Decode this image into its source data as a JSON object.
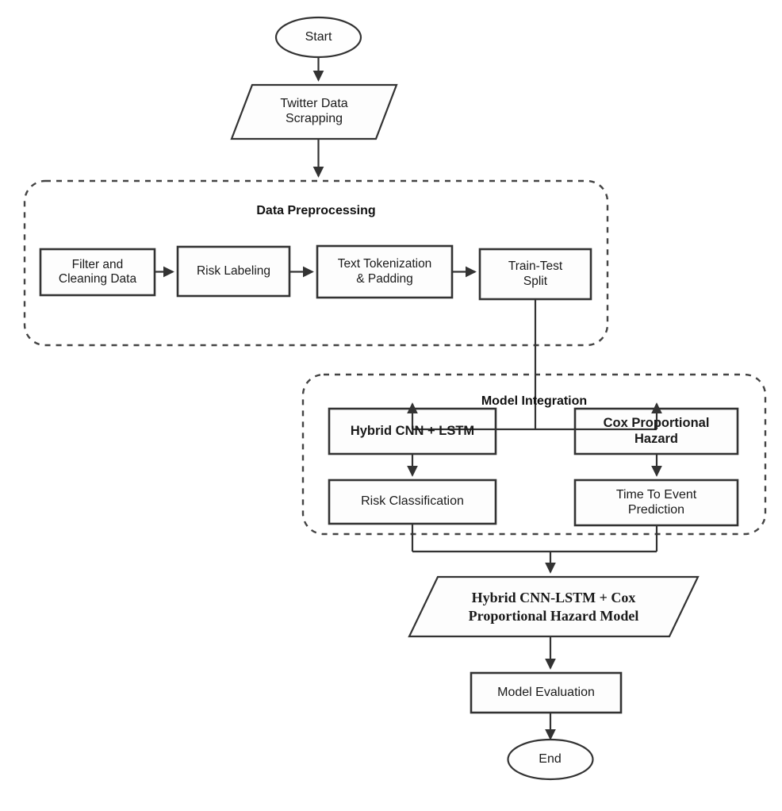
{
  "diagram": {
    "title": "Hybrid CNN-LSTM + Cox Proportional Hazard Model Flowchart",
    "background_color": "#ffffff",
    "stroke_color": "#333333",
    "text_color": "#1a1a1a",
    "groups": [
      {
        "id": "data-preprocessing",
        "label": "Data Preprocessing",
        "style": "dashed-rounded"
      },
      {
        "id": "model-integration",
        "label": "Model Integration",
        "style": "dashed-rounded"
      }
    ],
    "nodes": [
      {
        "id": "start",
        "label": "Start",
        "shape": "ellipse",
        "font": "sans",
        "bold": false
      },
      {
        "id": "twitter-scraping",
        "label": "Twitter Data\nScrapping",
        "shape": "parallelogram",
        "font": "sans",
        "bold": false
      },
      {
        "id": "filter-clean",
        "label": "Filter and\nCleaning Data",
        "shape": "rect",
        "font": "sans",
        "bold": false
      },
      {
        "id": "risk-labeling",
        "label": "Risk Labeling",
        "shape": "rect",
        "font": "sans",
        "bold": false
      },
      {
        "id": "tokenization",
        "label": "Text Tokenization\n& Padding",
        "shape": "rect",
        "font": "sans",
        "bold": false
      },
      {
        "id": "train-test-split",
        "label": "Train-Test\nSplit",
        "shape": "rect",
        "font": "sans",
        "bold": false
      },
      {
        "id": "hybrid-cnn-lstm",
        "label": "Hybrid CNN + LSTM",
        "shape": "rect",
        "font": "sans",
        "bold": true
      },
      {
        "id": "cox-hazard",
        "label": "Cox Proportional\nHazard",
        "shape": "rect",
        "font": "sans",
        "bold": true
      },
      {
        "id": "risk-classification",
        "label": "Risk Classification",
        "shape": "rect",
        "font": "sans",
        "bold": false
      },
      {
        "id": "time-to-event",
        "label": "Time To Event\nPrediction",
        "shape": "rect",
        "font": "sans",
        "bold": false
      },
      {
        "id": "combined-model",
        "label": "Hybrid CNN-LSTM + Cox\nProportional Hazard Model",
        "shape": "parallelogram",
        "font": "serif",
        "bold": true
      },
      {
        "id": "model-evaluation",
        "label": "Model Evaluation",
        "shape": "rect",
        "font": "sans",
        "bold": false
      },
      {
        "id": "end",
        "label": "End",
        "shape": "ellipse",
        "font": "sans",
        "bold": false
      }
    ],
    "edges": [
      {
        "from": "start",
        "to": "twitter-scraping",
        "arrow": true
      },
      {
        "from": "twitter-scraping",
        "to": "data-preprocessing",
        "arrow": true
      },
      {
        "from": "filter-clean",
        "to": "risk-labeling",
        "arrow": true
      },
      {
        "from": "risk-labeling",
        "to": "tokenization",
        "arrow": true
      },
      {
        "from": "tokenization",
        "to": "train-test-split",
        "arrow": true
      },
      {
        "from": "train-test-split",
        "to": "hybrid-cnn-lstm",
        "arrow": true
      },
      {
        "from": "train-test-split",
        "to": "cox-hazard",
        "arrow": true
      },
      {
        "from": "hybrid-cnn-lstm",
        "to": "risk-classification",
        "arrow": true
      },
      {
        "from": "cox-hazard",
        "to": "time-to-event",
        "arrow": true
      },
      {
        "from": "risk-classification",
        "to": "combined-model",
        "arrow": true
      },
      {
        "from": "time-to-event",
        "to": "combined-model",
        "arrow": true
      },
      {
        "from": "combined-model",
        "to": "model-evaluation",
        "arrow": true
      },
      {
        "from": "model-evaluation",
        "to": "end",
        "arrow": true
      }
    ]
  }
}
